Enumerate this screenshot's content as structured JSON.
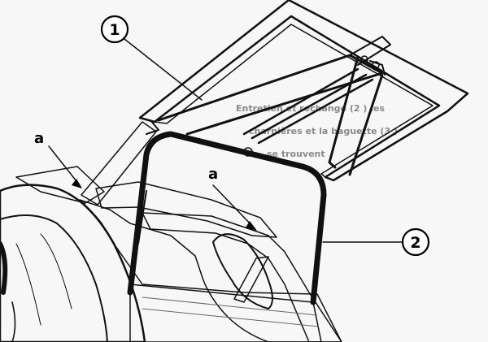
{
  "callouts": {
    "item_1": "1",
    "item_2": "2",
    "letter_a": "a"
  },
  "bleed_through": [
    "Entretien et rechange (2 ) les",
    "charnières et la baguette (3 )",
    "se trouvent"
  ],
  "colors": {
    "ink": "#111111",
    "paper": "#f7f7f7",
    "carpet": "#2a2a2a",
    "grey_shade": "#777777"
  }
}
